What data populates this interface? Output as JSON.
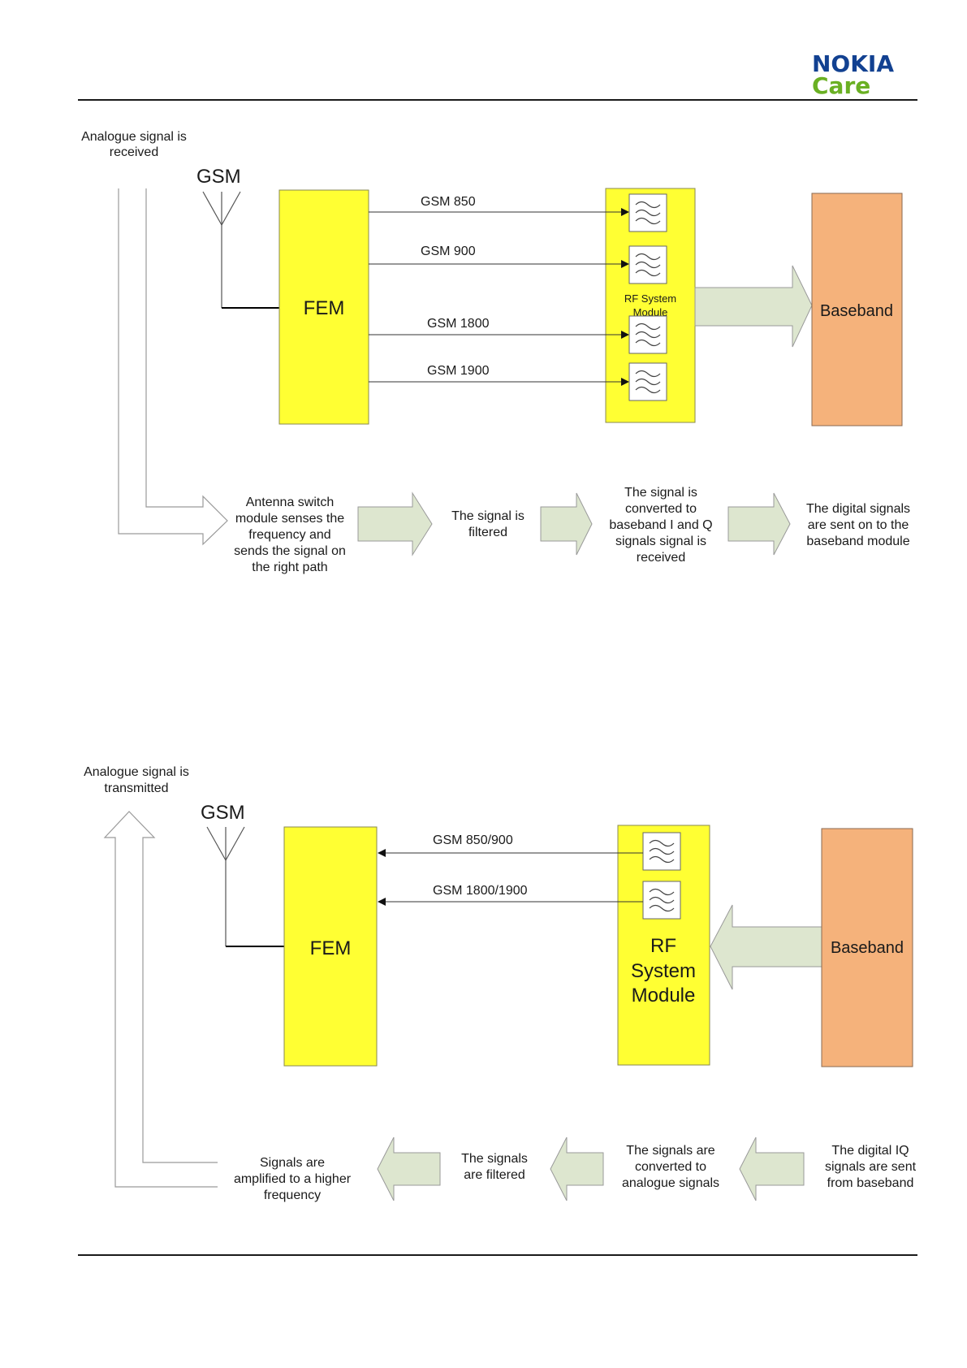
{
  "header": {
    "brand": "NOKIA",
    "sub_brand": "Care",
    "brand_color": "#124191",
    "sub_brand_color": "#6ab023"
  },
  "colors": {
    "module_fill": "#ffff33",
    "baseband_fill": "#f5b27b",
    "arrow_fill": "#dde6cf"
  },
  "receive": {
    "title_line1": "Analogue signal is",
    "title_line2": "received",
    "antenna_label": "GSM",
    "fem_label": "FEM",
    "bands": [
      "GSM 850",
      "GSM 900",
      "GSM 1800",
      "GSM 1900"
    ],
    "rf_label_line1": "RF System",
    "rf_label_line2": "Module",
    "baseband_label": "Baseband",
    "steps": [
      [
        "Antenna switch",
        "module senses the",
        "frequency and",
        "sends the signal on",
        "the right path"
      ],
      [
        "The signal is",
        "filtered"
      ],
      [
        "The signal is",
        "converted to",
        "baseband I and Q",
        "signals signal is",
        "received"
      ],
      [
        "The digital signals",
        "are sent on to the",
        "baseband module"
      ]
    ]
  },
  "transmit": {
    "title_line1": "Analogue signal is",
    "title_line2": "transmitted",
    "antenna_label": "GSM",
    "fem_label": "FEM",
    "bands": [
      "GSM 850/900",
      "GSM 1800/1900"
    ],
    "rf_label_line1": "RF",
    "rf_label_line2": "System",
    "rf_label_line3": "Module",
    "baseband_label": "Baseband",
    "steps": [
      [
        "Signals are",
        "amplified to a higher",
        "frequency"
      ],
      [
        "The signals",
        "are filtered"
      ],
      [
        "The signals are",
        "converted to",
        "analogue signals"
      ],
      [
        "The digital IQ",
        "signals are sent",
        "from baseband"
      ]
    ]
  }
}
